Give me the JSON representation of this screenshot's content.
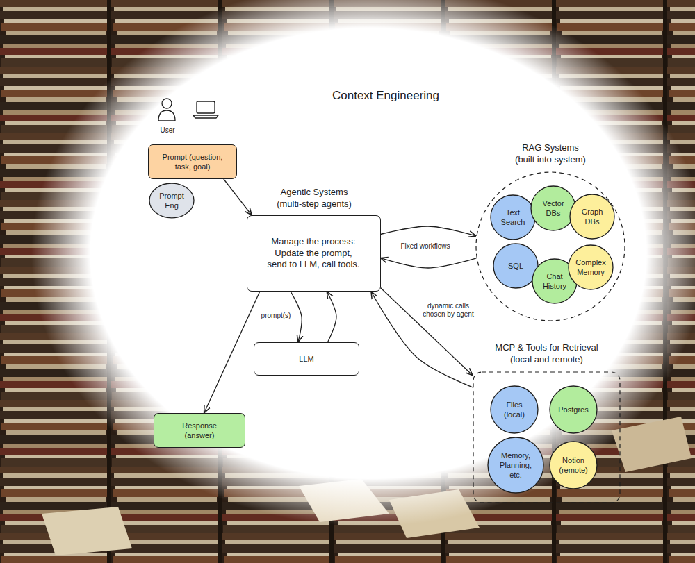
{
  "diagram": {
    "title": "Context Engineering",
    "nodes": [
      {
        "text": [
          "Prompt (question, task, goal)"
        ]
      },
      {
        "text": [
          "Prompt Eng"
        ]
      },
      {
        "text": [
          "Agentic Systems (multi-step agents)",
          "Manage the process: Update the prompt, send to LLM, call tools."
        ]
      },
      {
        "text": [
          "LLM"
        ]
      },
      {
        "text": [
          "Response (answer)"
        ]
      },
      {
        "text": [
          "RAG Systems (built into system)"
        ]
      },
      {
        "text": [
          "Text Search"
        ],
        "in": 5
      },
      {
        "text": [
          "Vector DBs"
        ],
        "in": 5
      },
      {
        "text": [
          "Graph DBs"
        ],
        "in": 5
      },
      {
        "text": [
          "SQL"
        ],
        "in": 5
      },
      {
        "text": [
          "Chat History"
        ],
        "in": 5
      },
      {
        "text": [
          "Complex Memory"
        ],
        "in": 5
      },
      {
        "text": [
          "MCP & Tools for Retrieval (local and remote)"
        ]
      },
      {
        "text": [
          "Files (local)"
        ],
        "in": 12
      },
      {
        "text": [
          "Postgres"
        ],
        "in": 12
      },
      {
        "text": [
          "Memory, Planning, etc."
        ],
        "in": 12
      },
      {
        "text": [
          "Notion (remote)"
        ],
        "in": 12
      }
    ],
    "edges": [
      {
        "from": 0,
        "to": 2,
        "arrow": "to"
      },
      {
        "from": 2,
        "to": 5,
        "label": "Fixed workflows",
        "arrow": "to"
      },
      {
        "from": 5,
        "to": 2,
        "arrow": "to"
      },
      {
        "from": 2,
        "to": 3,
        "label": "prompt(s)",
        "arrow": "to"
      },
      {
        "from": 3,
        "to": 2,
        "arrow": "to"
      },
      {
        "from": 2,
        "to": 12,
        "label": "dynamic calls chosen by agent",
        "arrow": "to"
      },
      {
        "from": 12,
        "to": 2,
        "arrow": "to"
      },
      {
        "from": 2,
        "to": 4,
        "arrow": "to"
      }
    ],
    "labels": [
      "User"
    ]
  }
}
